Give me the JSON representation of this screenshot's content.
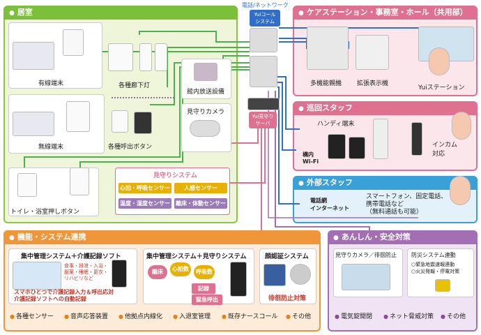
{
  "center": {
    "network_label": "電話/ネットワーク",
    "yui_call_system": "Yuiコール\nシステム",
    "yui_mimamori_server": "Yui見守り\nサーバ"
  },
  "kyoshitsu": {
    "title": "居室",
    "wired_terminal": "有線端末",
    "corridor_light": "各種廊下灯",
    "in_house_broadcast": "館内放送設備",
    "wireless_terminal": "無線端末",
    "call_buttons": "各種呼出ボタン",
    "camera": "見守りカメラ",
    "toilet_button": "トイレ・浴室押しボタン",
    "mimamori_system": {
      "title": "見守りシステム",
      "sensors": [
        "心拍・呼吸センサー",
        "人感センサー",
        "温度・湿度センサー",
        "離床・体動センサー"
      ]
    }
  },
  "care_station": {
    "title": "ケアステーション・事務室・ホール（共用部）",
    "multi_phone": "多機能親機",
    "expansion_display": "拡張表示機",
    "yui_station": "Yuiステーション"
  },
  "patrol": {
    "title": "巡回スタッフ",
    "handy": "ハンディ端末",
    "intercom": "インカム\n対応",
    "wifi": "構内\nWi-Fi"
  },
  "external": {
    "title": "外部スタッフ",
    "phone_net": "電話網\nインターネット",
    "desc": "スマートフォン、固定電話、\n携帯電話など\n（無料通話も可能）"
  },
  "kino": {
    "title": "機能・システム連携",
    "central_kaigo": "集中管理システム＋介護記録ソフト",
    "kaigo_list": "食事・排泄・入浴・\n服薬・睡眠・更衣・\nリハビリなど",
    "kaigo_caption": "スマホひとつで介護記録入力＆呼出応対\n介護記録ソフトへの自動記録",
    "central_mimamori": "集中管理システム＋見守りシステム",
    "bubbles": [
      "離床",
      "心拍数",
      "呼吸数"
    ],
    "record_tag": "記録",
    "emergency_tag": "緊急呼出",
    "face_auth": "顔認証システム",
    "wander_prevent": "徘徊防止対策",
    "bullets": [
      "各種センサー",
      "音声応答装置",
      "他拠点内線化",
      "入退室管理",
      "既存ナースコール",
      "その他"
    ]
  },
  "anshin": {
    "title": "あんしん・安全対策",
    "camera_wander": "見守りカメラ／徘徊防止",
    "security_link": "防災システム連動",
    "security_items": "○緊急地震速報連動\n○火災発報・停電対策",
    "bullets": [
      "電気錠開閉",
      "ネット脅威対策",
      "その他"
    ]
  },
  "colors": {
    "green": "#7bbf3a",
    "pink": "#e0708f",
    "blue": "#3aa0d8",
    "orange": "#f0963a",
    "purple": "#a36fb3",
    "center_blue": "#2f6fc9"
  }
}
